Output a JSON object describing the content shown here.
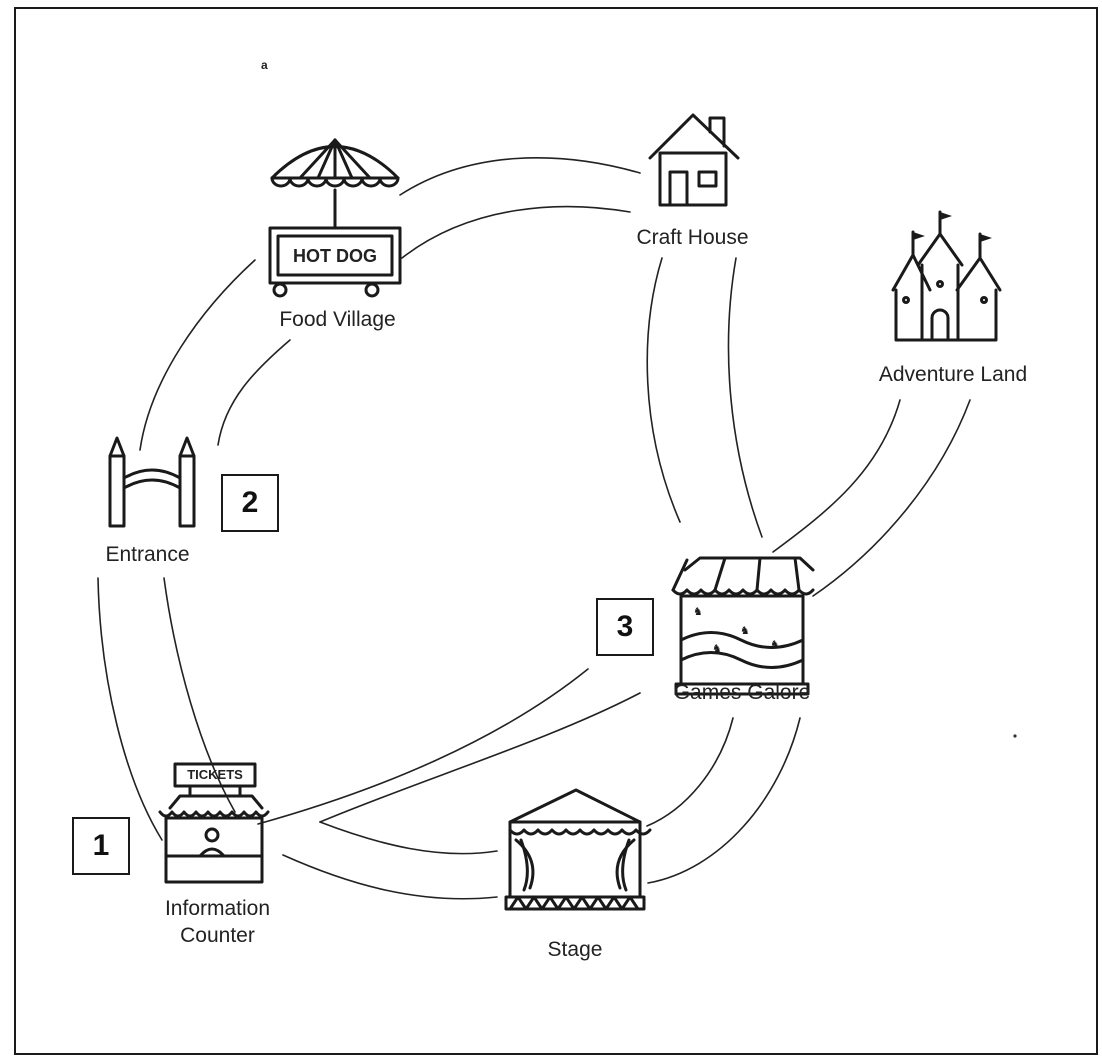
{
  "map": {
    "locations": {
      "food_village": {
        "label": "Food Village",
        "sign": "HOT DOG"
      },
      "craft_house": {
        "label": "Craft House"
      },
      "adventure_land": {
        "label": "Adventure Land"
      },
      "entrance": {
        "label": "Entrance"
      },
      "games_galore": {
        "label": "Games Galore"
      },
      "information_counter": {
        "label": "Information\nCounter",
        "sign": "TICKETS"
      },
      "stage": {
        "label": "Stage"
      }
    },
    "markers": {
      "one": "1",
      "two": "2",
      "three": "3"
    },
    "stray_mark": "a"
  }
}
